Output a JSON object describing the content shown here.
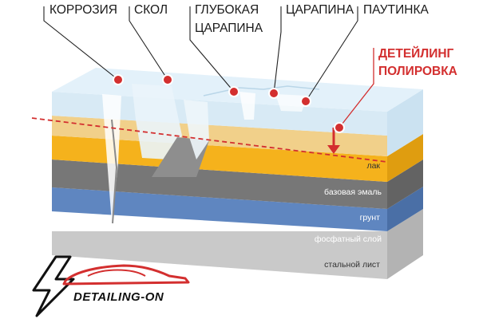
{
  "callouts": {
    "corrosion": "КОРРОЗИЯ",
    "chip": "СКОЛ",
    "deep_scratch_line1": "ГЛУБОКАЯ",
    "deep_scratch_line2": "ЦАРАПИНА",
    "scratch": "ЦАРАПИНА",
    "spiderweb": "ПАУТИНКА",
    "polish_line1": "ДЕТЕЙЛИНГ",
    "polish_line2": "ПОЛИРОВКА"
  },
  "layers": {
    "clear_coat": "лак",
    "base_enamel": "базовая эмаль",
    "primer": "грунт",
    "phosphate": "фосфатный слой",
    "steel": "стальной лист"
  },
  "logo": {
    "text": "DETAILING-ON"
  },
  "colors": {
    "clear_coat": "#cfe6f3",
    "base_enamel": "#f5b21c",
    "primer": "#777777",
    "phosphate": "#5f86c0",
    "steel": "#c9c9c9",
    "accent_red": "#d32f2f"
  },
  "icons": {
    "logo_mark": "lightning-car-logo-icon",
    "callout_dot": "circle-marker-icon"
  }
}
